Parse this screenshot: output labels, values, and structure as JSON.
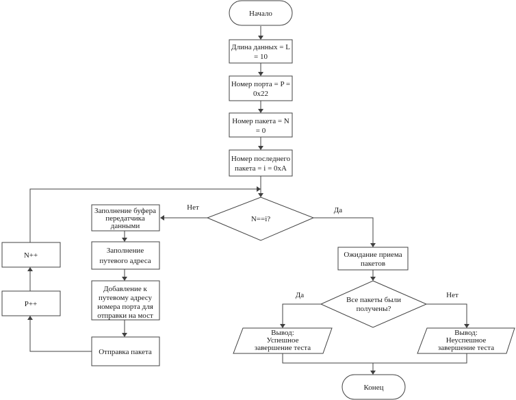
{
  "nodes": {
    "start": "Начало",
    "data_length": [
      "Длина данных = L",
      "= 10"
    ],
    "port_number": [
      "Номер порта = P =",
      "0x22"
    ],
    "packet_number": [
      "Номер пакета = N",
      "= 0"
    ],
    "last_packet_number": [
      "Номер последнего",
      "пакета = i = 0xA"
    ],
    "decision_n_eq_i": "N==i?",
    "fill_buffer": [
      "Заполнение буфера",
      "передатчика",
      "данными"
    ],
    "fill_path_address": [
      "Заполнение",
      "путевого  адреса"
    ],
    "add_port": [
      "Добавление к",
      "путевому адресу",
      "номера порта для",
      "отправки на мост"
    ],
    "send_packet": "Отправка пакета",
    "p_increment": "P++",
    "n_increment": "N++",
    "wait_receive": [
      "Ожидание приема",
      "пакетов"
    ],
    "decision_all_received": [
      "Все пакеты были",
      "получены?"
    ],
    "output_success": [
      "Вывод:",
      "Успешное",
      "завершение теста"
    ],
    "output_failure": [
      "Вывод:",
      "Неуспешное",
      "завершение теста"
    ],
    "end": "Конец"
  },
  "edge_labels": {
    "no_1": "Нет",
    "yes_1": "Да",
    "yes_2": "Да",
    "no_2": "Нет"
  }
}
